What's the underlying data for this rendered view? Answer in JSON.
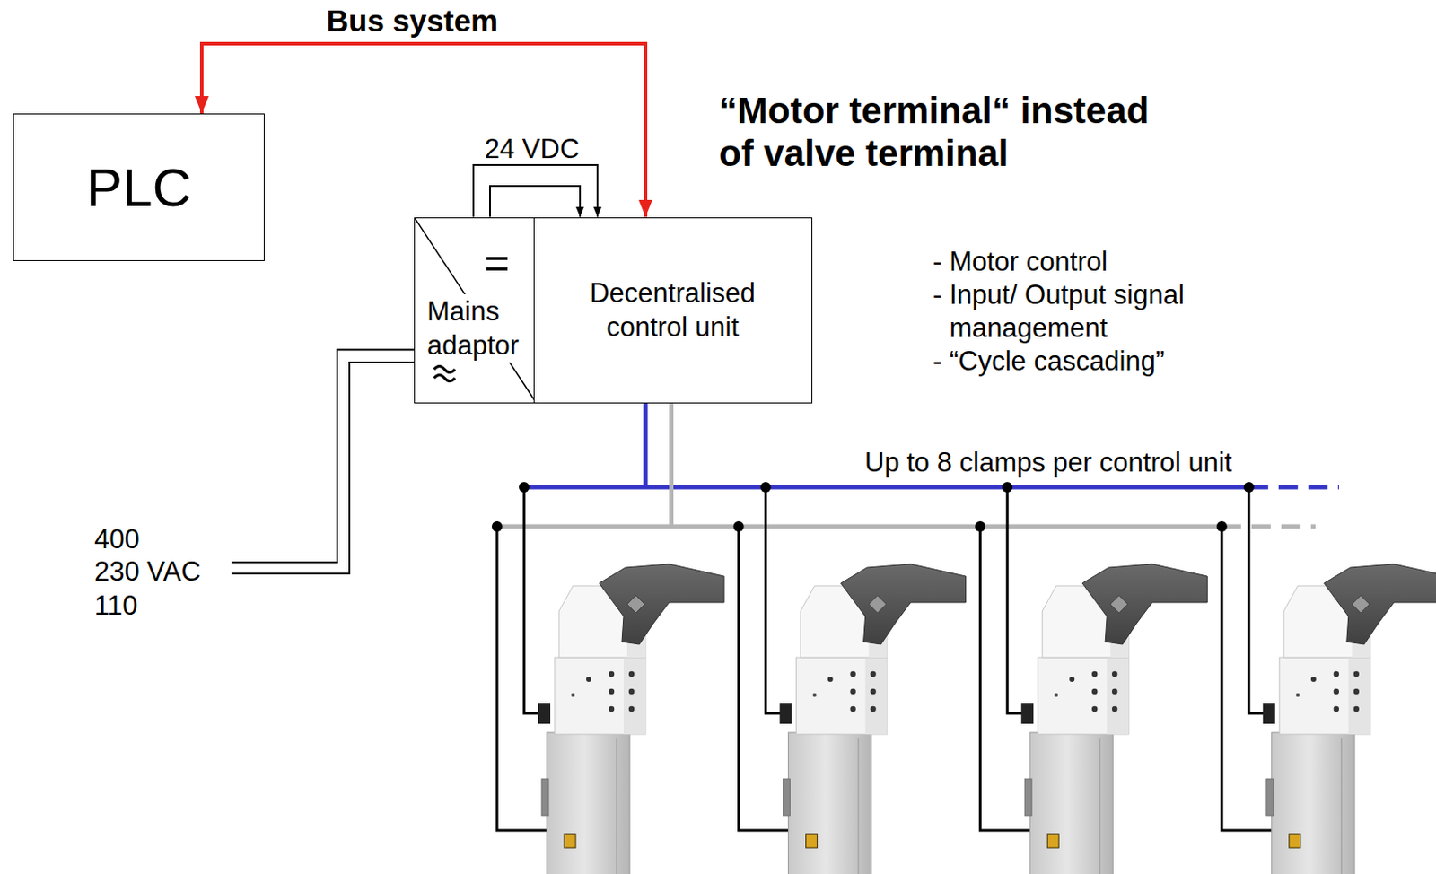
{
  "diagram": {
    "title": "“Motor terminal“ instead of valve terminal",
    "nodes": [
      {
        "text": [
          "PLC"
        ]
      },
      {
        "text": [
          "Mains adaptor"
        ]
      },
      {
        "text": [
          "Decentralised control unit"
        ]
      }
    ],
    "edges": [
      {
        "from": 2,
        "to": 0,
        "arrow": "both",
        "label": "Bus system"
      },
      {
        "from": 1,
        "to": 2,
        "arrow": "to",
        "label": "24 VDC"
      }
    ],
    "labels": [
      "- Motor control",
      "- Input/ Output signal management",
      "- “Cycle cascading”",
      "Up to 8 clamps per control unit",
      "400",
      "230 VAC",
      "110"
    ]
  }
}
